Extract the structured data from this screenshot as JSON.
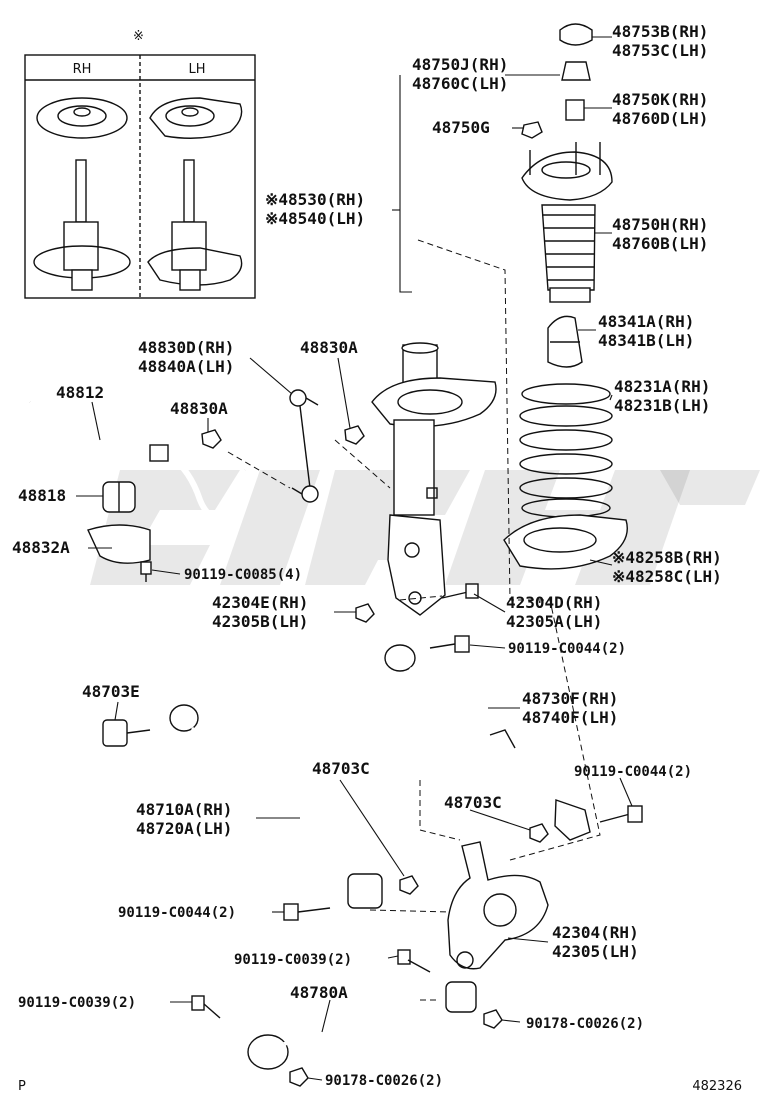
{
  "inset": {
    "marker": "※",
    "col_rh": "RH",
    "col_lh": "LH"
  },
  "labels": {
    "p48753B": "48753B(RH)",
    "p48753C": "48753C(LH)",
    "p48750J": "48750J(RH)",
    "p48760C": "48760C(LH)",
    "p48750K": "48750K(RH)",
    "p48760D": "48760D(LH)",
    "p48750G": "48750G",
    "p48530": "※48530(RH)",
    "p48540": "※48540(LH)",
    "p48750H": "48750H(RH)",
    "p48760B": "48760B(LH)",
    "p48341A": "48341A(RH)",
    "p48341B": "48341B(LH)",
    "p48830D": "48830D(RH)",
    "p48840A": "48840A(LH)",
    "p48830A_top": "48830A",
    "p48231A": "48231A(RH)",
    "p48231B": "48231B(LH)",
    "p48812": "48812",
    "p48830A_left": "48830A",
    "p48818": "48818",
    "p48832A": "48832A",
    "p48258B": "※48258B(RH)",
    "p48258C": "※48258C(LH)",
    "p90119_C0085": "90119-C0085(4)",
    "p42304E": "42304E(RH)",
    "p42305B": "42305B(LH)",
    "p42304D": "42304D(RH)",
    "p42305A": "42305A(LH)",
    "p90119_C0044_a": "90119-C0044(2)",
    "p48703E": "48703E",
    "p48730F": "48730F(RH)",
    "p48740F": "48740F(LH)",
    "p48703C_mid": "48703C",
    "p90119_C0044_b": "90119-C0044(2)",
    "p48710A": "48710A(RH)",
    "p48720A": "48720A(LH)",
    "p48703C_right": "48703C",
    "p90119_C0044_c": "90119-C0044(2)",
    "p42304": "42304(RH)",
    "p42305": "42305(LH)",
    "p90119_C0039_a": "90119-C0039(2)",
    "p48780A": "48780A",
    "p90119_C0039_b": "90119-C0039(2)",
    "p90178_C0026_a": "90178-C0026(2)",
    "p90178_C0026_b": "90178-C0026(2)"
  },
  "footer": {
    "left_mark": "P",
    "diagram_number": "482326"
  }
}
